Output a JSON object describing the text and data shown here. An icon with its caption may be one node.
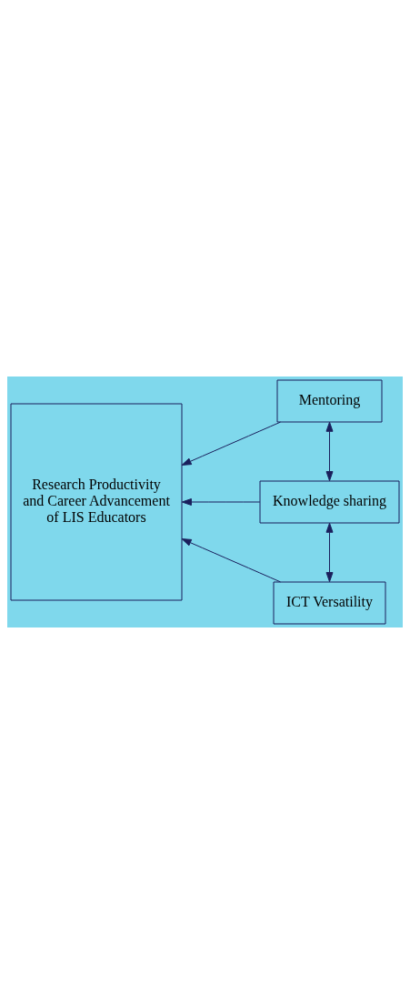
{
  "diagram": {
    "nodes": [
      {
        "text": [
          "Mentoring"
        ]
      },
      {
        "text": [
          "Knowledge sharing"
        ]
      },
      {
        "text": [
          "ICT Versatility"
        ]
      },
      {
        "text": [
          "Research Productivity and Career Advancement of LIS Educators"
        ]
      }
    ],
    "edges": [
      {
        "from": 0,
        "to": 1,
        "arrow": "both"
      },
      {
        "from": 1,
        "to": 2,
        "arrow": "both"
      },
      {
        "from": 0,
        "to": 3,
        "arrow": "to"
      },
      {
        "from": 1,
        "to": 3,
        "arrow": "to"
      },
      {
        "from": 2,
        "to": 3,
        "arrow": "to"
      }
    ]
  }
}
